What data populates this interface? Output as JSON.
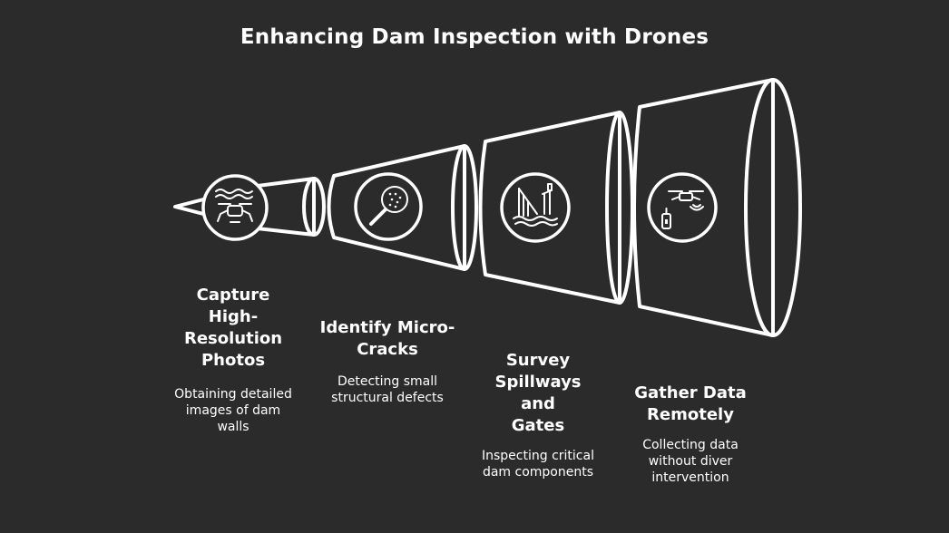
{
  "title": "Enhancing Dam Inspection with Drones",
  "stages": [
    {
      "heading": "Capture High-Resolution Photos",
      "description": "Obtaining detailed images of dam walls",
      "icon": "drone-over-water-icon"
    },
    {
      "heading": "Identify Micro-Cracks",
      "description": "Detecting small structural defects",
      "icon": "magnifier-icon"
    },
    {
      "heading": "Survey Spillways and Gates",
      "description": "Inspecting critical dam components",
      "icon": "dam-gate-icon"
    },
    {
      "heading": "Gather Data Remotely",
      "description": "Collecting data without diver intervention",
      "icon": "drone-remote-icon"
    }
  ]
}
